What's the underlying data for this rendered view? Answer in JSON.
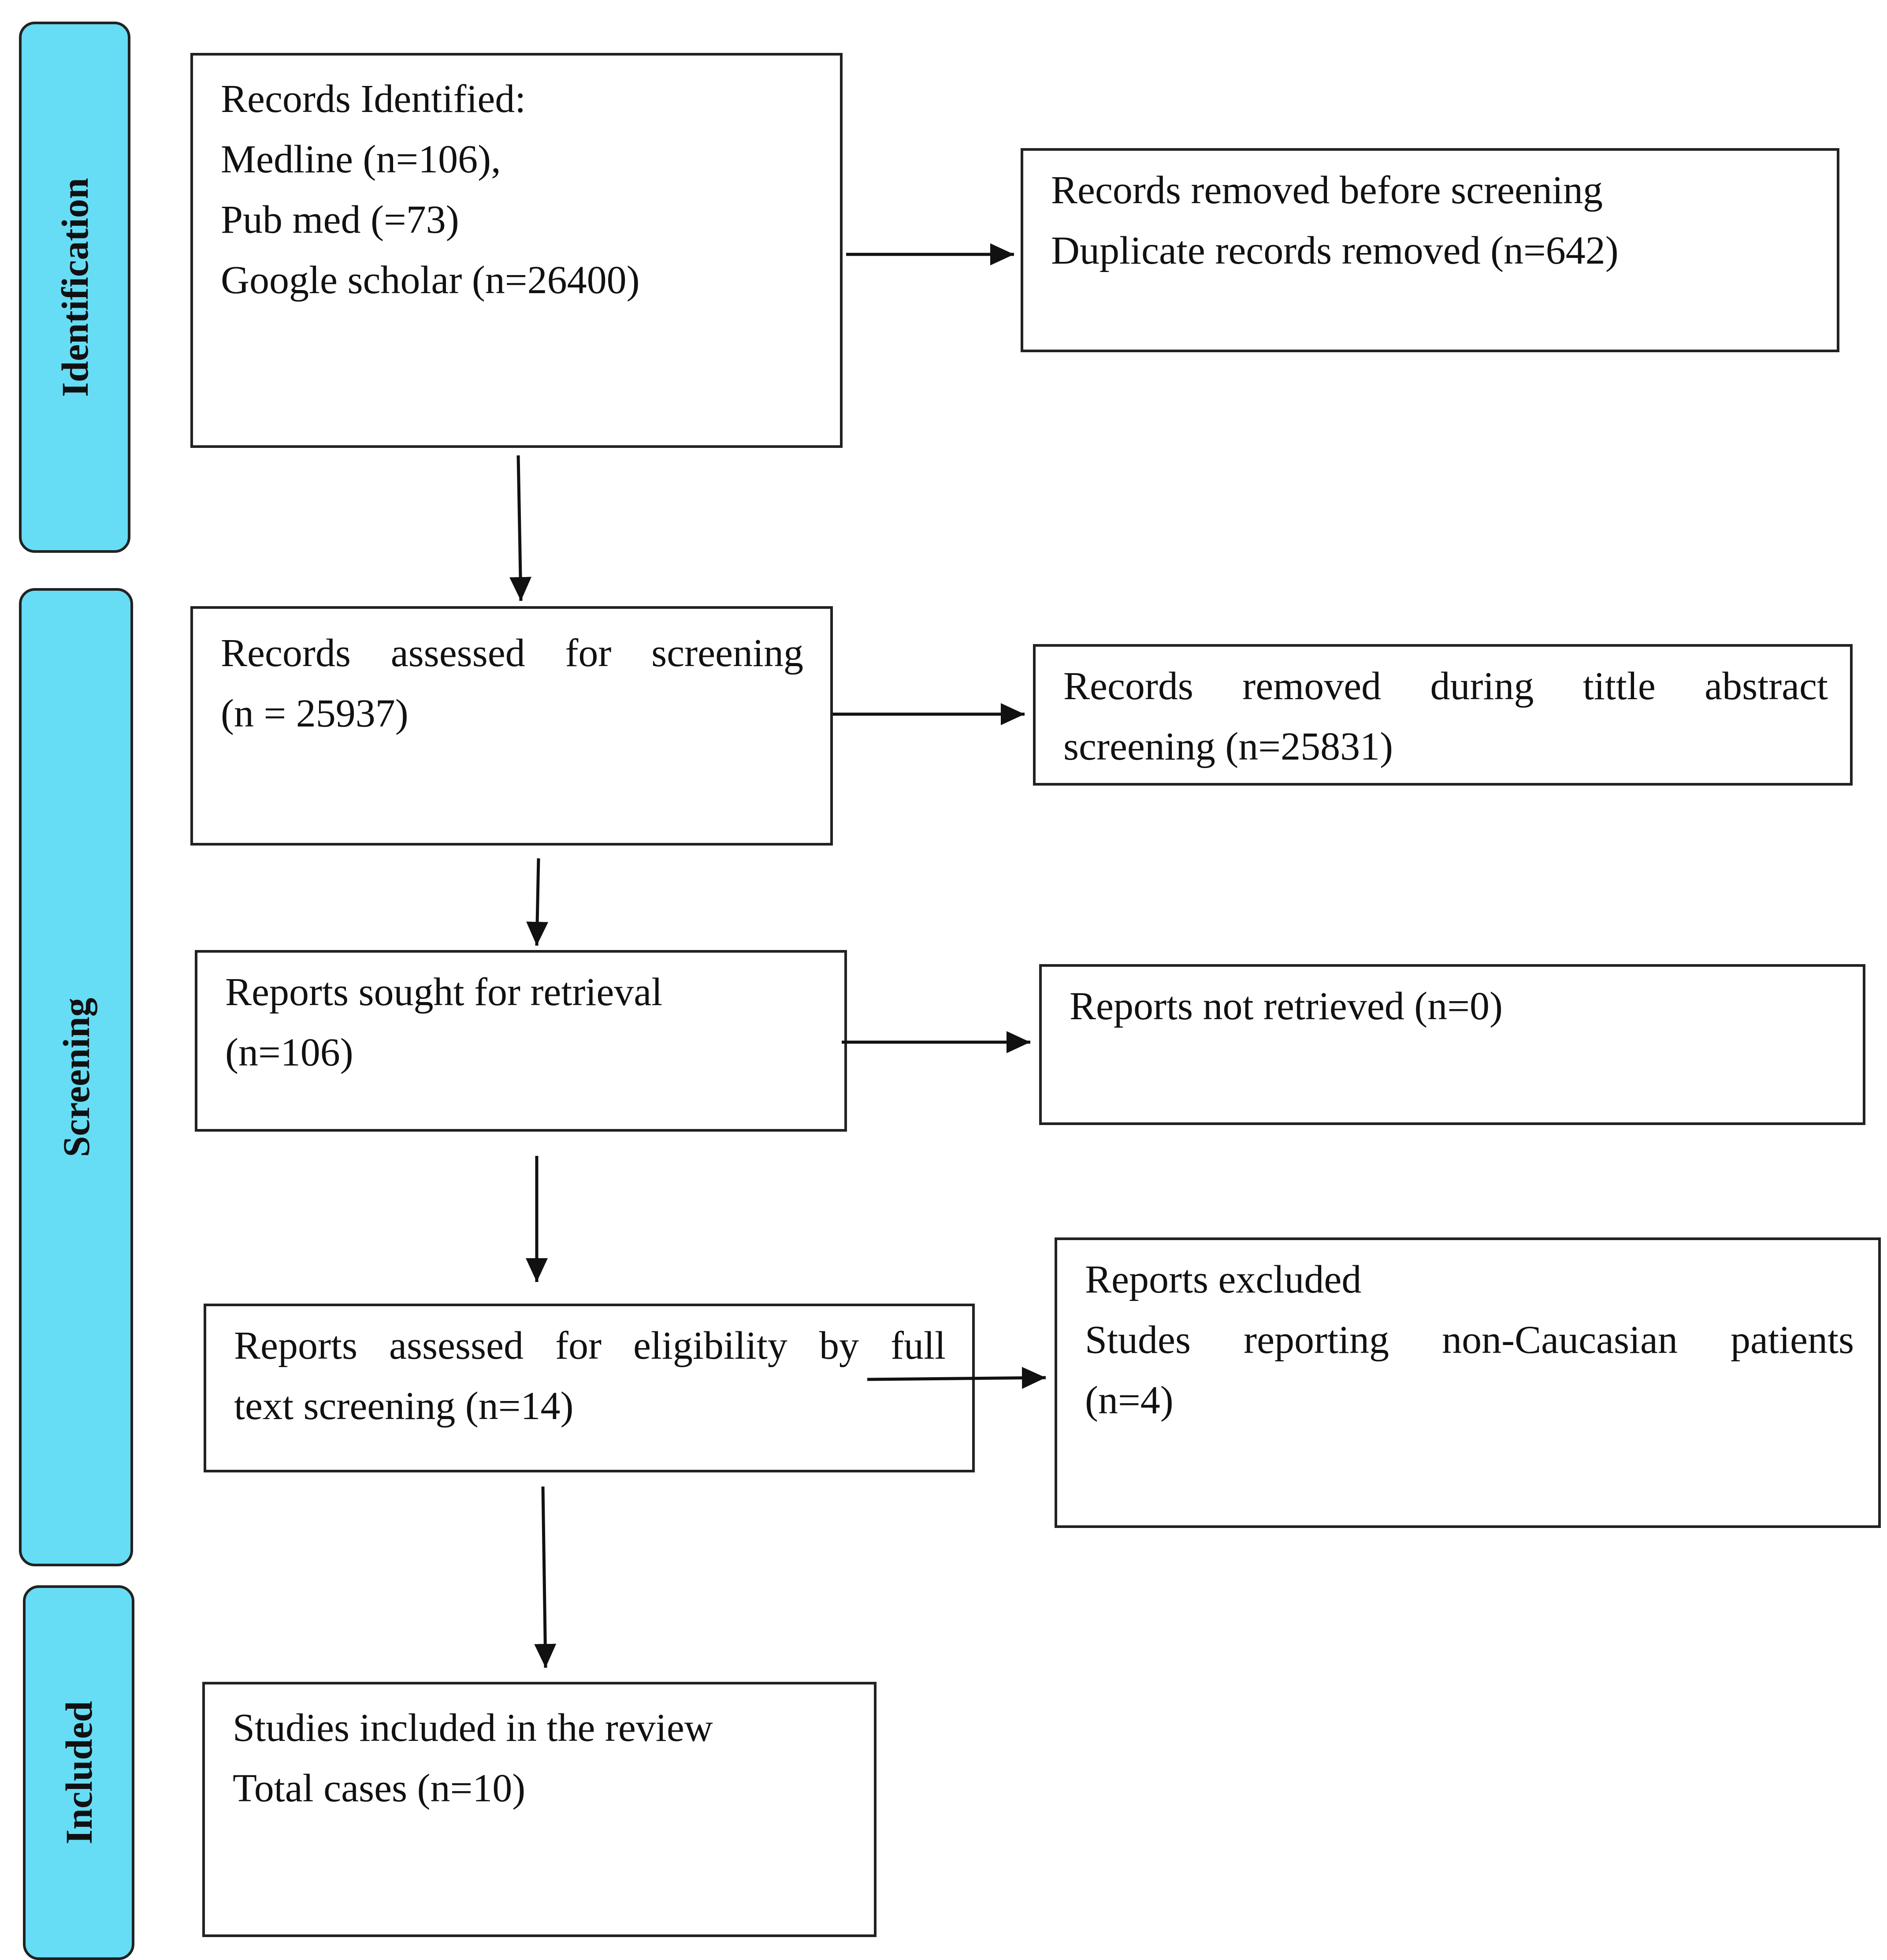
{
  "colors": {
    "stage_fill": "#67dcf5",
    "stroke": "#222222",
    "text": "#111111"
  },
  "stages": {
    "identification": "Identification",
    "screening": "Screening",
    "included": "Included"
  },
  "boxes": {
    "records_identified": {
      "lines": [
        "Records Identified:",
        "Medline (n=106),",
        "Pub med (=73)",
        "Google scholar (n=26400)"
      ]
    },
    "records_removed_before_screening": {
      "lines": [
        "Records removed before screening",
        "Duplicate records removed (n=642)"
      ]
    },
    "records_assessed": {
      "lines": [
        "Records assessed for screening",
        "(n = 25937)"
      ]
    },
    "records_removed_title_abstract": {
      "lines": [
        "Records removed during tittle abstract",
        "screening (n=25831)"
      ]
    },
    "reports_sought": {
      "lines": [
        "Reports sought for retrieval",
        "(n=106)"
      ]
    },
    "reports_not_retrieved": {
      "lines": [
        "Reports not retrieved (n=0)"
      ]
    },
    "reports_assessed_eligibility": {
      "lines": [
        "Reports assessed for eligibility by full",
        "text screening (n=14)"
      ]
    },
    "reports_excluded": {
      "lines": [
        "Reports excluded",
        "Studes reporting non-Caucasian patients",
        "(n=4)"
      ]
    },
    "studies_included": {
      "lines": [
        "Studies included in the review",
        "Total cases (n=10)"
      ]
    }
  }
}
